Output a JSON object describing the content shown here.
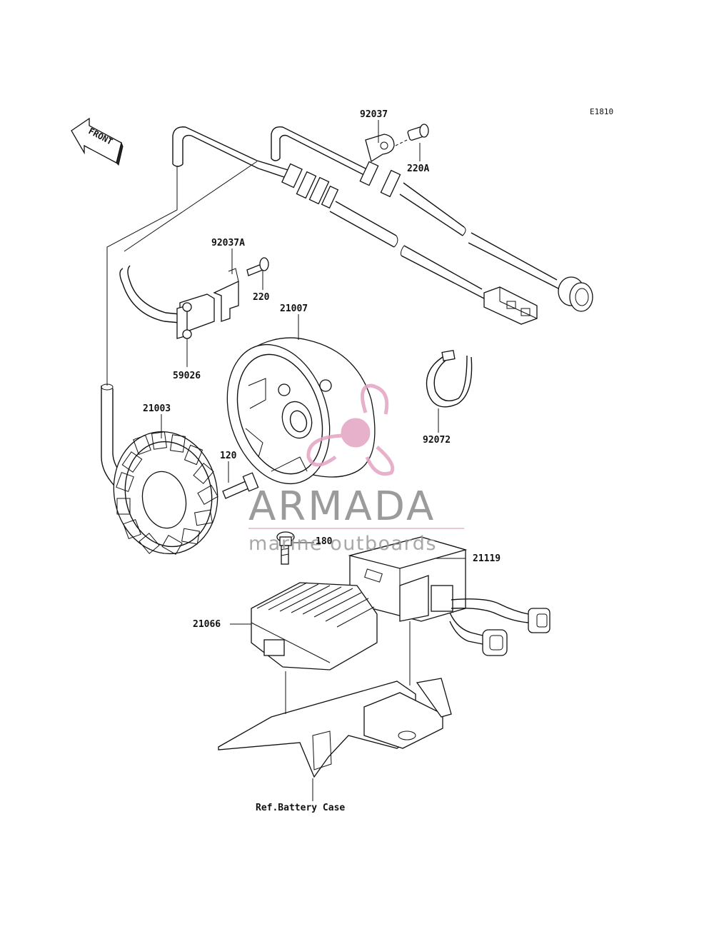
{
  "diagram": {
    "code": "E1810",
    "direction_label": "FRONT",
    "reference_label": "Ref.Battery Case",
    "parts": [
      {
        "id": "p92037",
        "label": "92037"
      },
      {
        "id": "p220A",
        "label": "220A"
      },
      {
        "id": "p92037A",
        "label": "92037A"
      },
      {
        "id": "p220",
        "label": "220"
      },
      {
        "id": "p21007",
        "label": "21007"
      },
      {
        "id": "p59026",
        "label": "59026"
      },
      {
        "id": "p21003",
        "label": "21003"
      },
      {
        "id": "p92072",
        "label": "92072"
      },
      {
        "id": "p120",
        "label": "120"
      },
      {
        "id": "p180",
        "label": "180"
      },
      {
        "id": "p21119",
        "label": "21119"
      },
      {
        "id": "p21066",
        "label": "21066"
      }
    ]
  },
  "watermark": {
    "brand": "ARMADA",
    "tagline": "marine outboards",
    "logo_color": "#e3a3c3",
    "text_color": "#8a8a8a"
  }
}
